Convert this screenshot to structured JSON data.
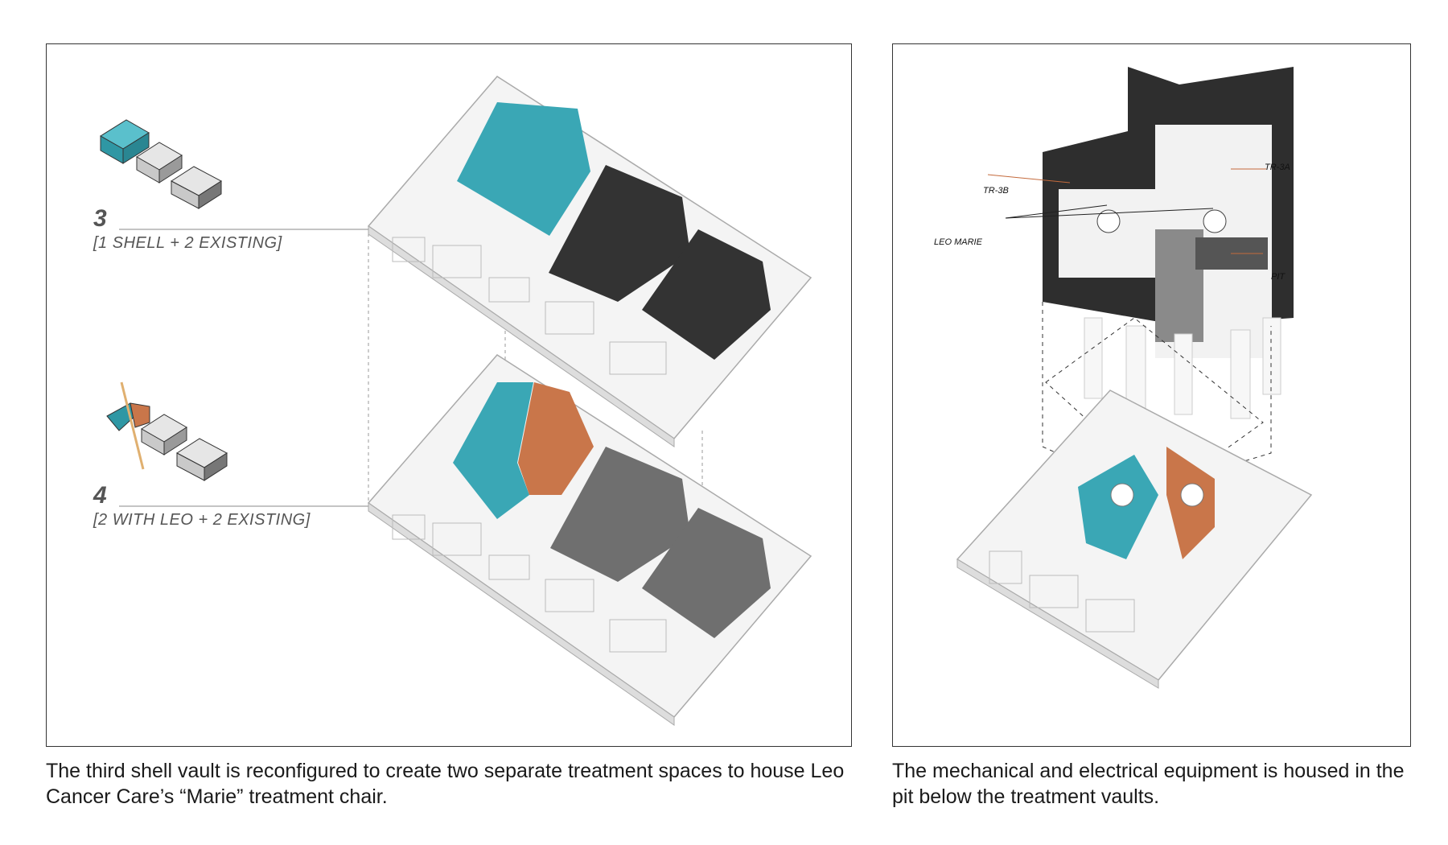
{
  "colors": {
    "teal": "#3aa7b5",
    "orange": "#c9764a",
    "dark_vault": "#333333",
    "gray_vault": "#6f6f6f",
    "wall": "#ffffff",
    "line": "#777777"
  },
  "left_panel": {
    "option3": {
      "number": "3",
      "description": "[1 SHELL + 2 EXISTING]"
    },
    "option4": {
      "number": "4",
      "description": "[2 WITH LEO + 2 EXISTING]"
    }
  },
  "right_panel": {
    "labels": {
      "tr3a": "TR-3A",
      "tr3b": "TR-3B",
      "leo_marie": "LEO MARIE",
      "pit": "PIT"
    }
  },
  "captions": {
    "left": "The third shell vault is reconfigured to create two separate treatment spaces to house Leo Cancer Care’s “Marie” treatment chair.",
    "right": "The mechanical and electrical equipment is housed in the pit below the treatment vaults."
  }
}
